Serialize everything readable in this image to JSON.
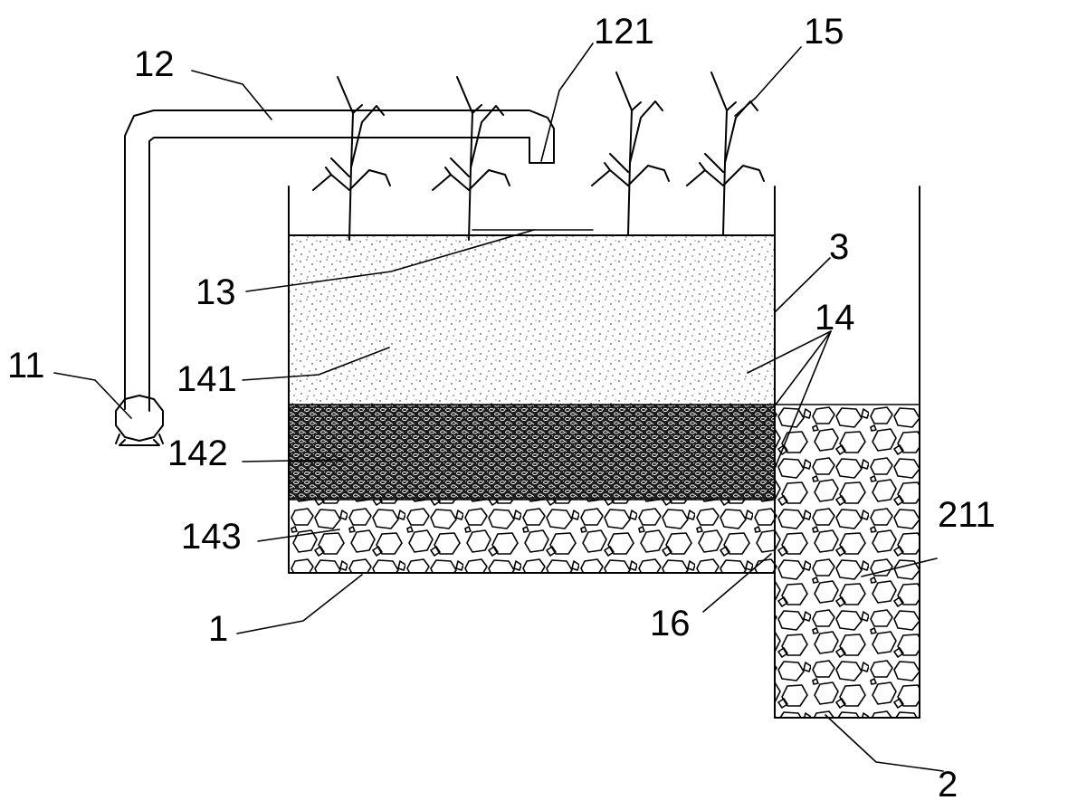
{
  "labels": {
    "n11": "11",
    "n12": "12",
    "n121": "121",
    "n15": "15",
    "n13": "13",
    "n3": "3",
    "n14": "14",
    "n141": "141",
    "n142": "142",
    "n143": "143",
    "n211": "211",
    "n16": "16",
    "n1": "1",
    "n2": "2"
  }
}
